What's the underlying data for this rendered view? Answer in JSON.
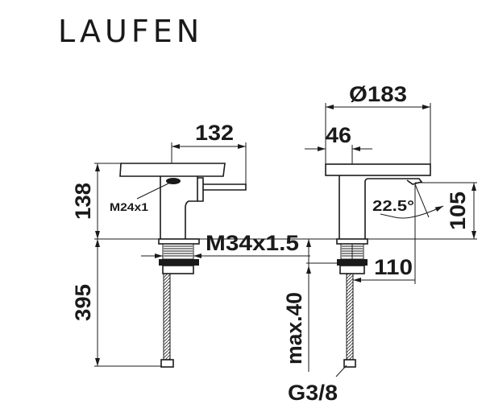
{
  "brand": {
    "logo_text": "LAUFEN"
  },
  "side_view": {
    "dim_spout_length": "132",
    "dim_height": "138",
    "dim_hose_length": "395",
    "aerator_thread": "M24x1",
    "mounting_thread": "M34x1.5"
  },
  "front_view": {
    "dim_diameter": "Ø183",
    "dim_lever": "46",
    "dim_spout_height": "105",
    "angle": "22.5°",
    "dim_hole": "110",
    "dim_max_thickness": "max.40",
    "connection_thread": "G3/8"
  },
  "colors": {
    "line": "#1a1a1a",
    "background": "#ffffff"
  }
}
